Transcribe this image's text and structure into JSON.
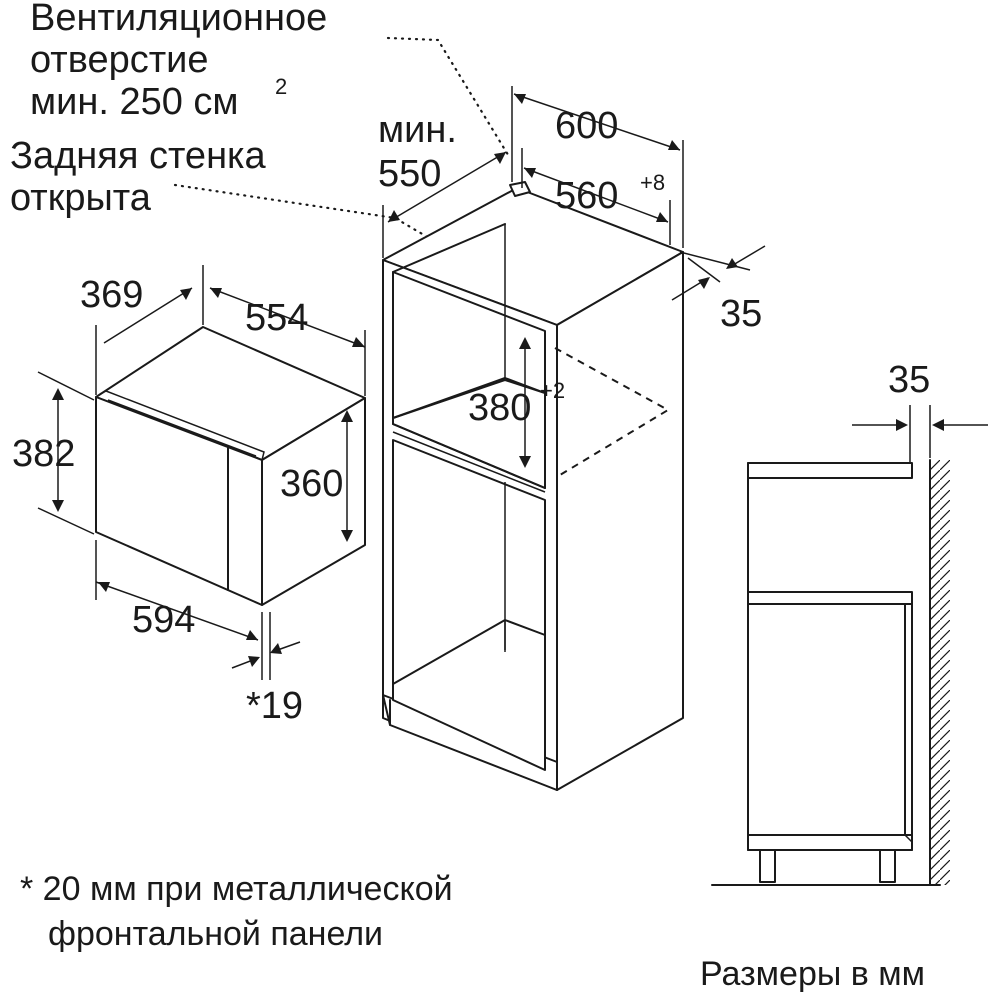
{
  "labels": {
    "vent_line1": "Вентиляционное",
    "vent_line2": "отверстие",
    "vent_line3": "мин. 250 см",
    "vent_sup": "2",
    "rear_line1": "Задняя стенка",
    "rear_line2": "открыта",
    "min_word": "мин.",
    "d550": "550",
    "d600": "600",
    "d560": "560",
    "d560_sup": "+8",
    "d35_top": "35",
    "d369": "369",
    "d554": "554",
    "d382": "382",
    "d360": "360",
    "d594": "594",
    "d19": "*19",
    "d380": "380",
    "d380_sup": "+2",
    "d35_side": "35"
  },
  "footnote": {
    "line1": "* 20 мм при металлической",
    "line2": "фронтальной панели"
  },
  "units_note": "Размеры в мм"
}
